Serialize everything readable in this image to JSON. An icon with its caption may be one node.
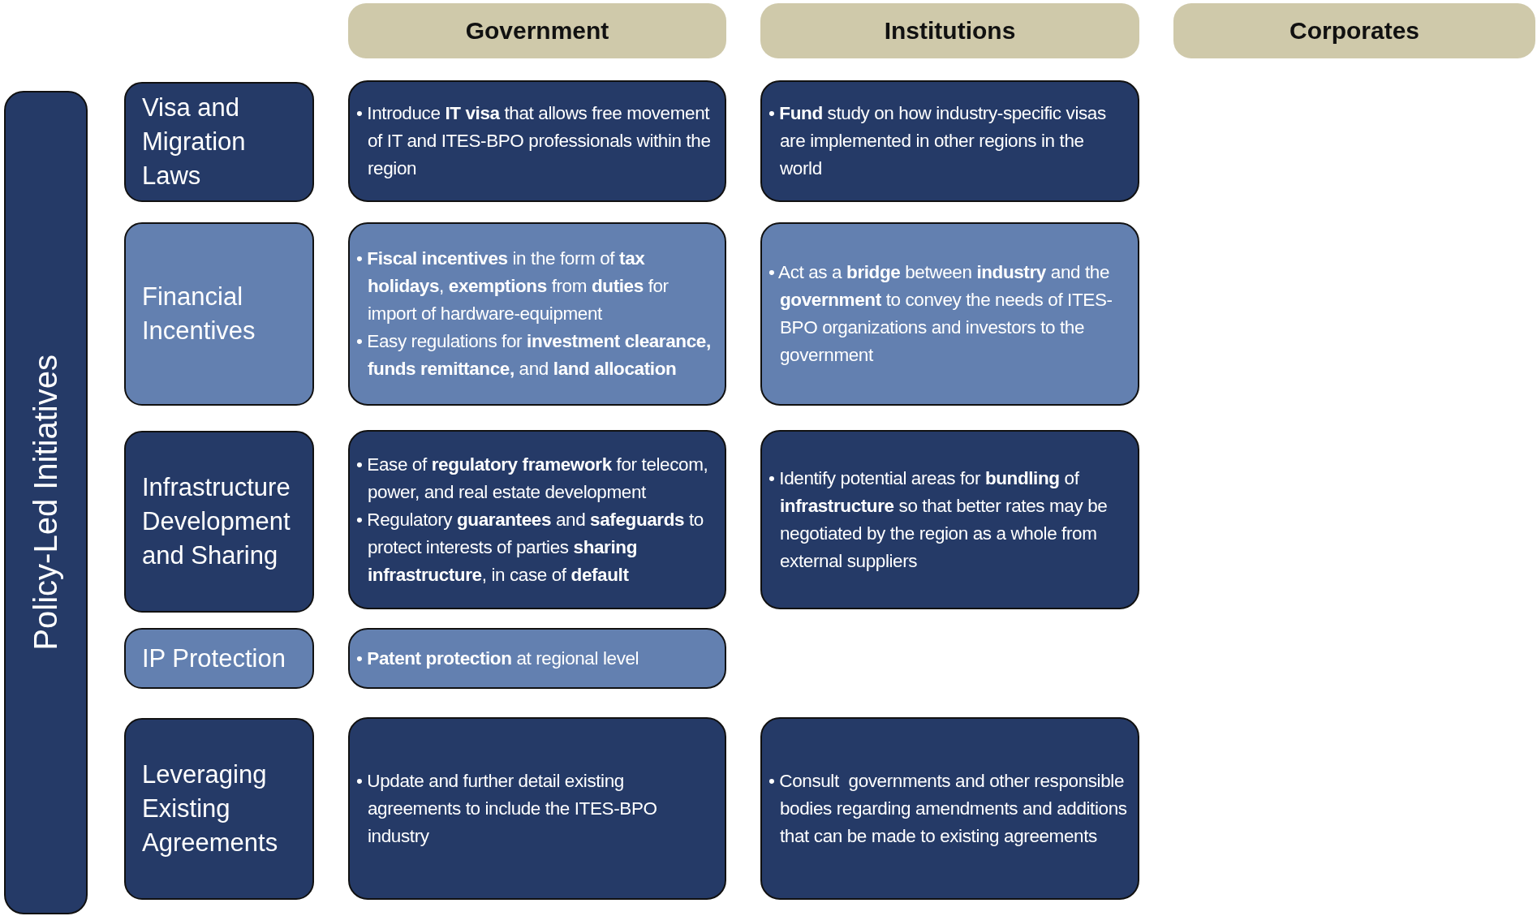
{
  "diagram": {
    "nodes": [
      {
        "text": [
          "Government"
        ]
      },
      {
        "text": [
          "Institutions"
        ]
      },
      {
        "text": [
          "Corporates"
        ]
      },
      {
        "text": [
          "Policy-Led Initiatives"
        ]
      },
      {
        "text": [
          "Visa and Migration Laws"
        ]
      },
      {
        "text": [
          "• Introduce **IT visa** that allows free movement of IT and ITES-BPO professionals within the region"
        ]
      },
      {
        "text": [
          "• **Fund** study on how industry-specific visas are implemented in other regions in the world"
        ]
      },
      {
        "text": [
          "Financial Incentives"
        ]
      },
      {
        "text": [
          "• **Fiscal incentives** in the form of **tax holidays**, **exemptions** from **duties** for import of hardware-equipment",
          "• Easy regulations for **investment clearance, funds remittance,** and **land allocation**"
        ]
      },
      {
        "text": [
          "• Act as a **bridge** between **industry** and the **government** to convey the needs of ITES-BPO organizations and investors to the government"
        ]
      },
      {
        "text": [
          "Infrastructure Development and Sharing"
        ]
      },
      {
        "text": [
          "• Ease of **regulatory framework** for telecom, power, and real estate development",
          "• Regulatory **guarantees** and **safeguards** to protect interests of parties **sharing infrastructure**, in case of **default**"
        ]
      },
      {
        "text": [
          "• Identify potential areas for **bundling** of **infrastructure** so that better rates may be negotiated by the region as a whole from external suppliers"
        ]
      },
      {
        "text": [
          "IP Protection"
        ]
      },
      {
        "text": [
          "• **Patent protection** at regional level"
        ]
      },
      {
        "text": [
          "Leveraging Existing Agreements"
        ]
      },
      {
        "text": [
          "• Update and further detail existing agreements to include the ITES-BPO industry"
        ]
      },
      {
        "text": [
          "• Consult  governments and other responsible bodies regarding amendments and additions that can be made to existing agreements"
        ]
      }
    ],
    "edges": []
  }
}
